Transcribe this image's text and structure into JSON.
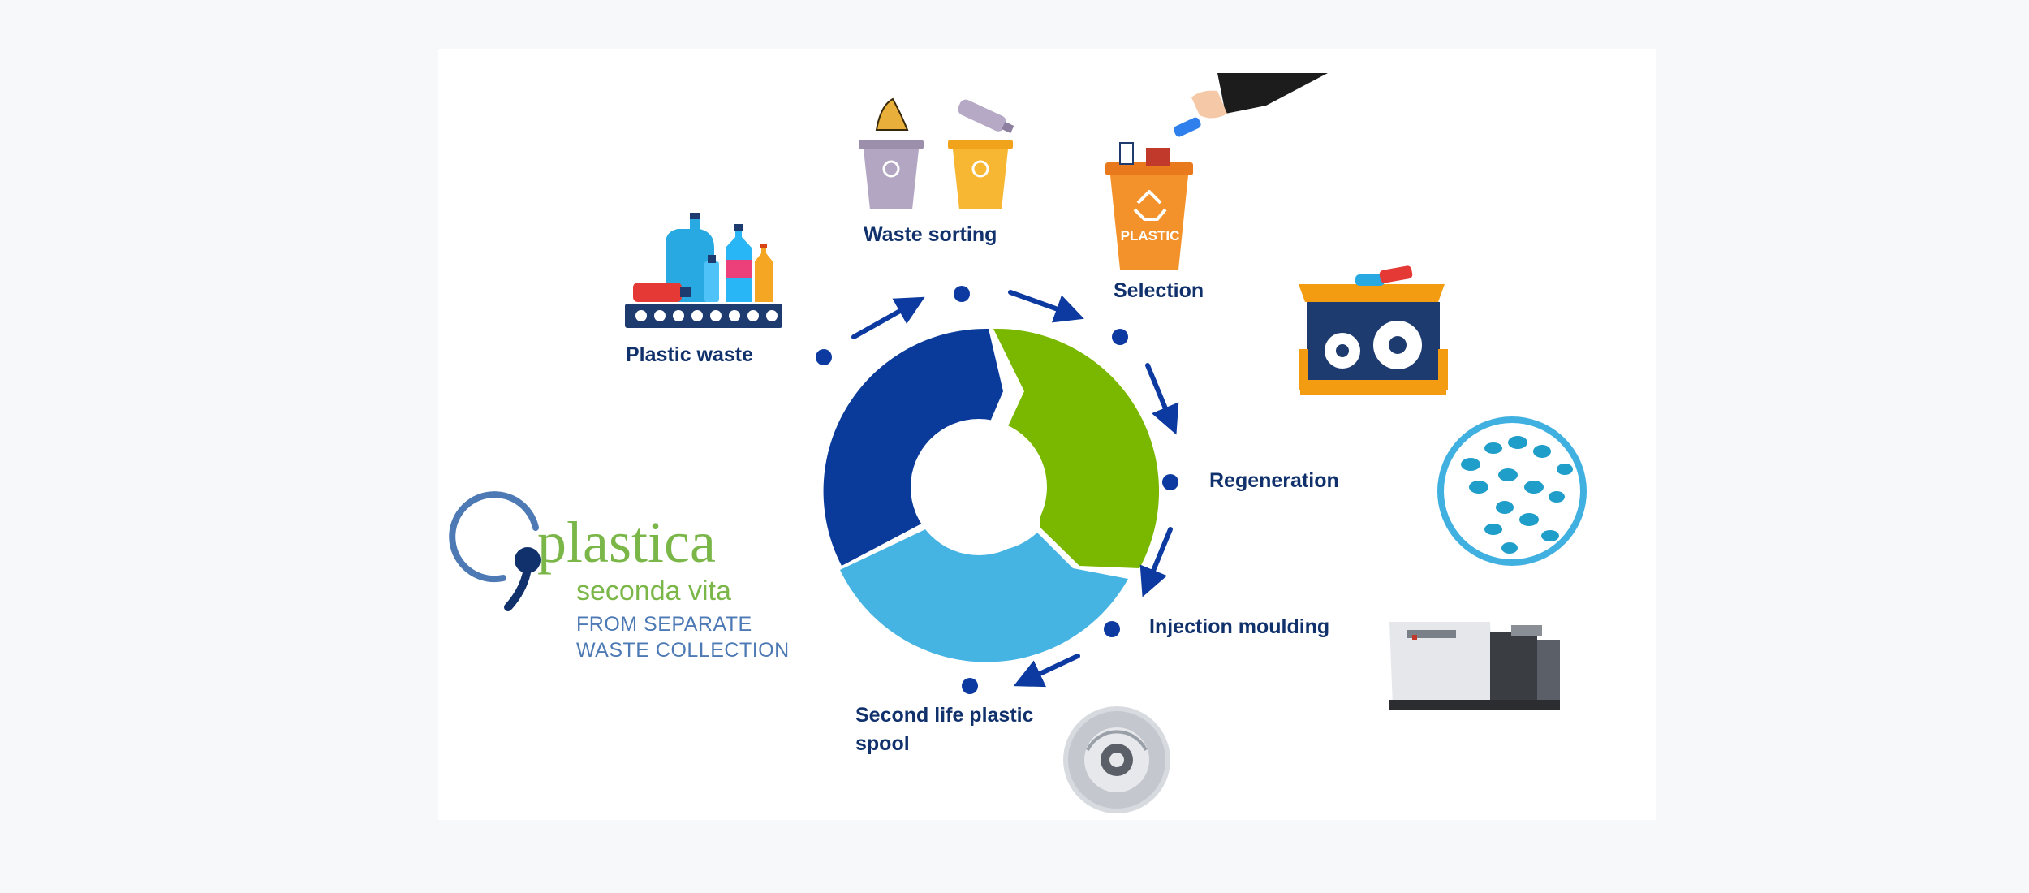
{
  "colors": {
    "navy": "#10316b",
    "dark_blue": "#0a3a9a",
    "green": "#7ab800",
    "light_blue": "#45b4e3",
    "dot": "#0c3aa0",
    "logo_green": "#7ab648",
    "logo_blue": "#4d7ab4"
  },
  "cycle": {
    "segments": [
      {
        "name": "dark-blue-segment",
        "color": "#0a3a9a"
      },
      {
        "name": "green-segment",
        "color": "#7ab800"
      },
      {
        "name": "light-blue-segment",
        "color": "#45b4e3"
      }
    ]
  },
  "steps": [
    {
      "id": "plastic-waste",
      "label": "Plastic waste",
      "icon": "bottles-conveyor-icon"
    },
    {
      "id": "waste-sorting",
      "label": "Waste sorting",
      "icon": "sorting-bins-icon"
    },
    {
      "id": "selection",
      "label": "Selection",
      "icon": "plastic-bin-icon"
    },
    {
      "id": "regeneration",
      "label": "Regeneration",
      "icon": "shredder-machine-icon"
    },
    {
      "id": "injection-moulding",
      "label": "Injection moulding",
      "icon": "injection-machine-icon"
    },
    {
      "id": "second-life",
      "label_line1": "Second life plastic",
      "label_line2": "spool",
      "icon": "filament-spool-icon"
    }
  ],
  "extra_icons": [
    "plastic-pellets-icon"
  ],
  "bins": {
    "plastic_label": "PLASTIC"
  },
  "logo": {
    "word": "plastica",
    "subtitle": "seconda vita",
    "line1": "FROM SEPARATE",
    "line2": "WASTE COLLECTION"
  }
}
